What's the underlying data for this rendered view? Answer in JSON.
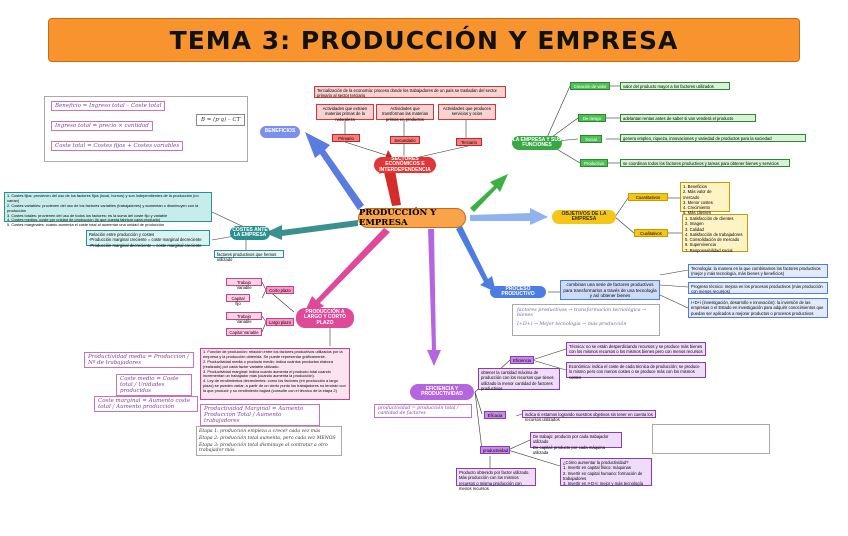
{
  "title": "TEMA 3: PRODUCCIÓN Y EMPRESA",
  "center": "PRODUCCIÓN Y EMPRESA",
  "sectores": {
    "def": "Tercialización de la economía: proceso donde los trabajadores de un país se trasladan del sector primario al sector terciario",
    "act1": "Actividades que extraen materias primas de la naturaleza",
    "act2": "Actividades que transforman las materias primas en productos",
    "act3": "Actividades que producen servicios y ocios",
    "s1": "Primario",
    "s2": "Secundario",
    "s3": "Terciario",
    "node": "SECTORES ECONÓMICOS E INTERDEPENDENCIA"
  },
  "beneficios": {
    "node": "BENEFICIOS",
    "h1": "Beneficio = Ingreso total – Coste total",
    "h2": "Ingreso total = precio × cantidad",
    "h3": "Coste total = Costes fijos + Costes variables",
    "formula": "B = (p·q) – CT"
  },
  "costes": {
    "node": "COSTES ANTE LA EMPRESA",
    "list": "1. Costes fijos: provienen del uso de los factores fijos (local, hornos) y son independientes de la producción (no varían)\n2. Costes variables: provienen del uso de los factores variables (trabajadores) y aumentan o disminuyen con la producción\n3. Costes totales: provienen del uso de todos los factores; es la suma del coste fijo y variable\n4. Costes medios: coste por unidad de producción (lo que cuesta fabricar cada producto)\n5. Costes marginales: cuánto aumenta el coste total al aumentar una unidad de producción",
    "rel": "Relación entre producción y costes\n-Producción marginal creciente = coste marginal decreciente\n-Producción marginal decreciente = coste marginal creciente",
    "last": "factores productivos que hemos utilizado"
  },
  "plazos": {
    "node": "PRODUCCIÓN A LARGO Y CORTO PLAZO",
    "corto": "Corto plazo",
    "largo": "Largo plazo",
    "tv1": "Trabajo Variable",
    "cf": "Capital fijo",
    "tv2": "Trabajo Variable",
    "cv": "Capital Variable",
    "funciones": "1. Función de producción: relación entre los factores productivos utilizados por la empresa y la producción obtenida. Se puede representar gráficamente.\n2. Productividad media o producto medio: indica cuántos productos elabora (realizado) por cada factor variable utilizado.\n3. Productividad marginal: indica cuánto aumenta el producto total cuando incrementan un trabajador más (cuando aumenta la producción).\n4. Ley de rendimientos decrecientes: como los factores (en producción a largo plazo) se pueden variar, a partir de un cierto punto los trabajadores no tendrán con la que producir y su rendimiento bajará (consulte con el técnico de la etapa 2)",
    "h_pm": "Productividad media =",
    "h_pm_r": "Producción / Nº de trabajadores",
    "h_cm": "Coste medio =",
    "h_cm_r": "Coste total / Unidades producidas",
    "h_cmg": "Coste marginal =",
    "h_cmg_r": "Aumento coste total / Aumento producción",
    "h_pmg": "Productividad Marginal =",
    "h_pmg_r": "Aumento Producción Total / Aumento trabajadores",
    "etapa1": "Etapa 1: producción empieza a crecer cada vez más",
    "etapa2": "Etapa 2: producción total aumenta, pero cada vez MENOS",
    "etapa3": "Etapa 3: producción total disminuye al contratar a otro trabajador más"
  },
  "empresa": {
    "node": "LA EMPRESA Y SUS FUNCIONES",
    "f1": "Creación de valor",
    "d1": "valor del producto mayor a los factores utilizados",
    "f2": "De riesgo",
    "d2": "adelantan rentas antes de saber si van venderá el producto",
    "f3": "Social",
    "d3": "genera empleo, riqueza, innovaciones y variedad de productos para la sociedad",
    "f4": "Productiva",
    "d4": "se coordinan todos los factores productivos y tareas para obtener bienes y servicios"
  },
  "objetivos": {
    "node": "OBJETIVOS DE LA EMPRESA",
    "cuant": "Cuantitativos",
    "cuant_list": "1. Beneficios\n2. Más valor de mercado\n3. Menor costes\n4. Crecimiento\n5. Más clientes",
    "cual": "Cualitativos",
    "cual_list": "1. Satisfacción de clientes\n2. Imagen\n3. Calidad\n4. Satisfacción de trabajadores\n5. Consolidación de mercado\n6. Supervivencia\n7. Responsabilidad social"
  },
  "proceso": {
    "node": "PROCESO PRODUCTIVO",
    "def": "combinan una serie de factores productivos para transformarlos a través de una tecnología y así obtener bienes",
    "tec": "Tecnología: la manera en la que combinamos los factores productivos (mejor y más tecnología, más bienes y beneficios)",
    "prog": "Progreso técnico: mejora en los procesos productivos (más producción con menos recursos)",
    "idi": "I+D+i (investigación, desarrollo e innovación): la inversión de las empresas o el Estado en investigación para adquirir conocimientos que puedan ser aplicados a mejorar productos o procesos productivos",
    "h1": "factores productivos → transformación tecnológica → bienes",
    "h2": "I+D+i → Mejor tecnología → más producción"
  },
  "eficiencia": {
    "node": "EFICIENCIA Y PRODUCTIVIDAD",
    "efic": "Eficiencia",
    "efic_def": "obtener la cantidad máxima de producción con los recursos que tienes utilizado la menor cantidad de factores productivos",
    "tec": "Técnica: no se están desperdiciando recursos y se produce más bienes con los mismos recursos o los mismos bienes pero con menos recursos",
    "eco": "Económica: indica el coste de cada técnica de producción; se produce lo mismo pero con menos costes o se produce más con los mismos costes",
    "efica": "Eficacia",
    "efica_def": "indica si estamos logrando nuestros objetivos sin tener en cuenta los recursos utilizados",
    "prod": "productividad",
    "prod_def": "De trabajo: producto por cada trabajador utilizado\nDe capital: producto por cada máquina utilizada",
    "prod_how": "¿Cómo aumentar la productividad?\n1. Invertir en capital físico: máquinas\n2. Invertir en capital humano: formación de trabajadores\n3. Invertir en I+D+i: mejor y más tecnología",
    "prod_rel": "Producto obtenido por factor utilizado. Más producción con los mismos recursos o misma producción con menos recursos",
    "h_prod": "productividad = producción total / cantidad de factores"
  }
}
